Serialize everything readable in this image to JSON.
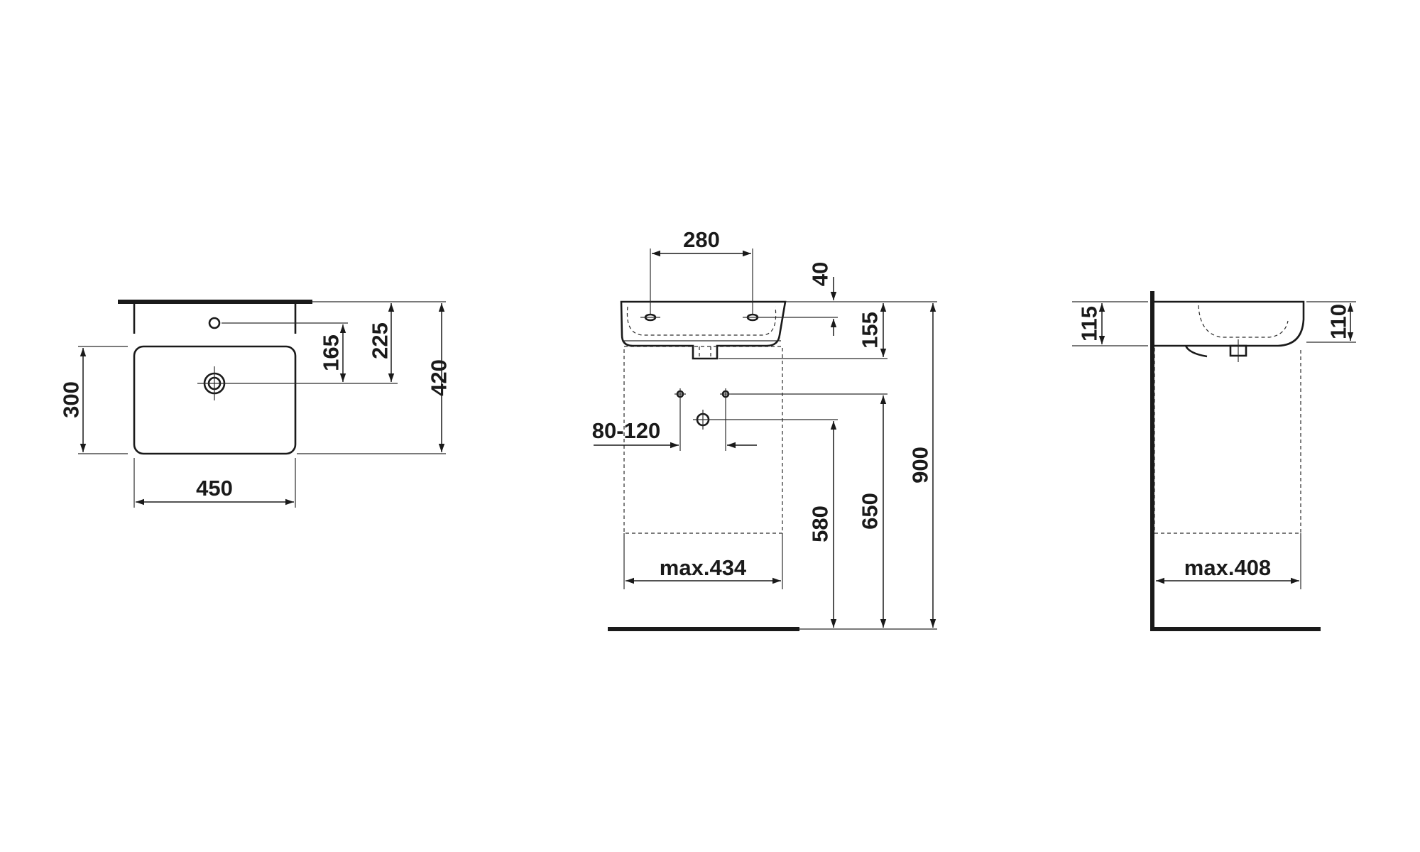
{
  "dimensions": {
    "top_view": {
      "overall_depth": "420",
      "tap_hole_to_wall": "225",
      "waste_to_tap_hole": "165",
      "bowl_depth": "300",
      "width": "450"
    },
    "front_view": {
      "tap_hole_spacing": "280",
      "rim_to_tap": "40",
      "basin_height": "155",
      "supply_spacing": "80-120",
      "waste_height": "580",
      "supply_height": "650",
      "rim_height": "900",
      "max_cabinet_width": "max.434"
    },
    "side_view": {
      "overall_height": "115",
      "inner_height": "110",
      "max_cabinet_depth": "max.408"
    }
  }
}
